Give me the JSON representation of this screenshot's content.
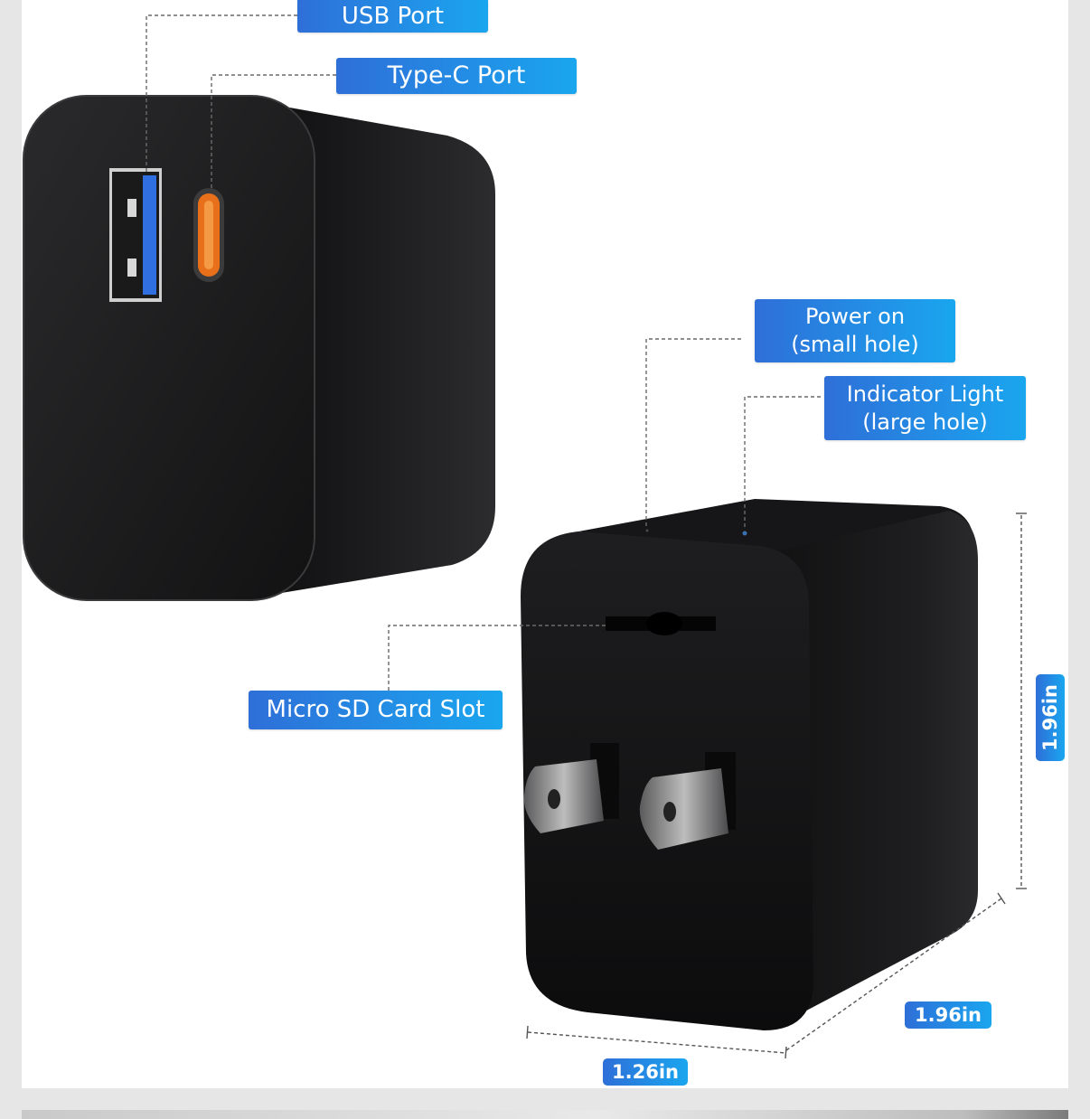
{
  "callouts": {
    "usb_port": "USB Port",
    "type_c_port": "Type-C Port",
    "power_on": [
      "Power on",
      "(small hole)"
    ],
    "indicator_light": [
      "Indicator Light",
      "(large hole)"
    ],
    "micro_sd_slot": "Micro SD Card Slot"
  },
  "dimensions": {
    "height": "1.96in",
    "depth": "1.96in",
    "width": "1.26in"
  },
  "colors": {
    "label_gradient_start": "#2e6fd8",
    "label_gradient_end": "#1aa6ef",
    "usb_accent": "#2f6fe0",
    "type_c_accent": "#e8701a",
    "body": "#1b1b1d"
  }
}
